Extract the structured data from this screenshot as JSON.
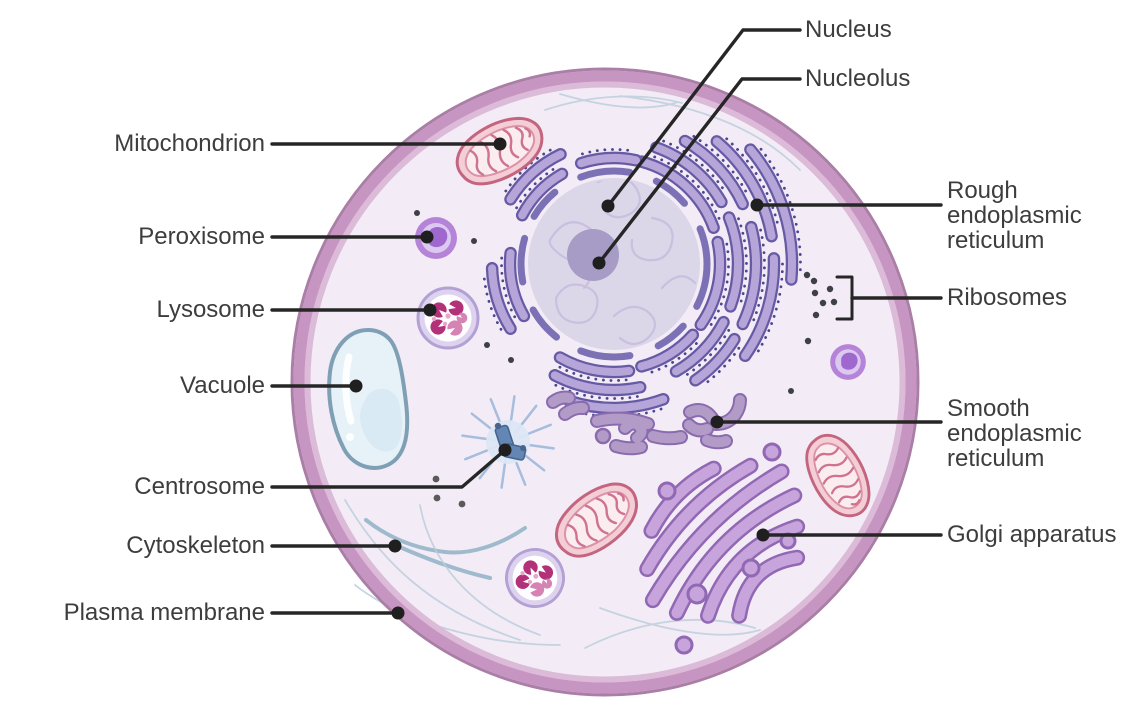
{
  "labels": {
    "nucleus": "Nucleus",
    "nucleolus": "Nucleolus",
    "rough_er": "Rough endoplasmic reticulum",
    "ribosomes": "Ribosomes",
    "smooth_er": "Smooth endoplasmic reticulum",
    "golgi": "Golgi apparatus",
    "mitochondrion": "Mitochondrion",
    "peroxisome": "Peroxisome",
    "lysosome": "Lysosome",
    "vacuole": "Vacuole",
    "centrosome": "Centrosome",
    "cytoskeleton": "Cytoskeleton",
    "plasma_membrane": "Plasma membrane"
  },
  "colors": {
    "membrane_band": "#c795c2",
    "membrane_inner_band": "#dcbbd9",
    "cytoplasm": "#f3ecf6",
    "nucleus_fill": "#dcd6e9",
    "nucleolus_fill": "#a79cc6",
    "nuclear_envelope": "#7d71b6",
    "er_ribbon": "#b5a5d8",
    "er_outline": "#675aa4",
    "smooth_er_fill": "#b39bc8",
    "golgi_fill": "#c7a4dc",
    "golgi_outline": "#9168b3",
    "mitochondrion_fill": "#f4ced6",
    "mitochondrion_outline": "#c4657f",
    "peroxisome_fill": "#b584d8",
    "lysosome_enzyme": "#b23179",
    "vacuole_fill": "#e7f2f8",
    "centrosome_blue": "#6486b4",
    "cytoskeleton_strand": "#8fb2c6",
    "ribosome_dot": "#3f3f46",
    "leader_line": "#262626",
    "label_text": "#3d3d3d"
  }
}
